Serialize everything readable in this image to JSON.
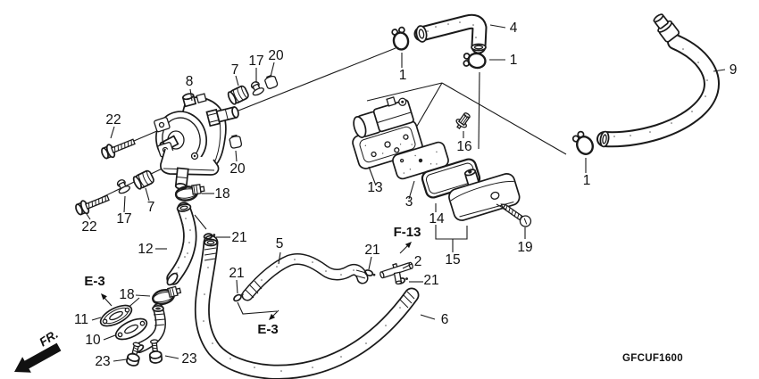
{
  "diagram_code": "GFCUF1600",
  "direction_indicator": "FR.",
  "page_refs": {
    "manifold": "E-3",
    "hose": "E-3",
    "tee": "F-13"
  },
  "callouts": {
    "clamp_hose4_left": "1",
    "clamp_hose4_right": "1",
    "clamp_hose9": "1",
    "joint_tee": "2",
    "reed_valve": "3",
    "hose_elbow": "4",
    "hose_middle": "5",
    "hose_long": "6",
    "grommet_upper": "7",
    "grommet_lower": "7",
    "control_valve": "8",
    "hose_bent": "9",
    "joint_pipe": "10",
    "pipe_flange": "11",
    "valve_hose": "12",
    "reed_valve_assy": "13",
    "cover_gasket": "14",
    "valve_cover": "15",
    "flange_bolt": "16",
    "stopper_upper": "17",
    "stopper_lower": "17",
    "clamp_valve_hose": "18",
    "clamp_joint_pipe": "18",
    "tapping_screw": "19",
    "nut_upper": "20",
    "nut_middle": "20",
    "ring_hose6_top": "21",
    "ring_hose5_left": "21",
    "ring_hose5_right": "21",
    "ring_hose6_end": "21",
    "bolt_upper": "22",
    "bolt_lower": "22",
    "joint_bolt_left": "23",
    "joint_bolt_right": "23"
  }
}
